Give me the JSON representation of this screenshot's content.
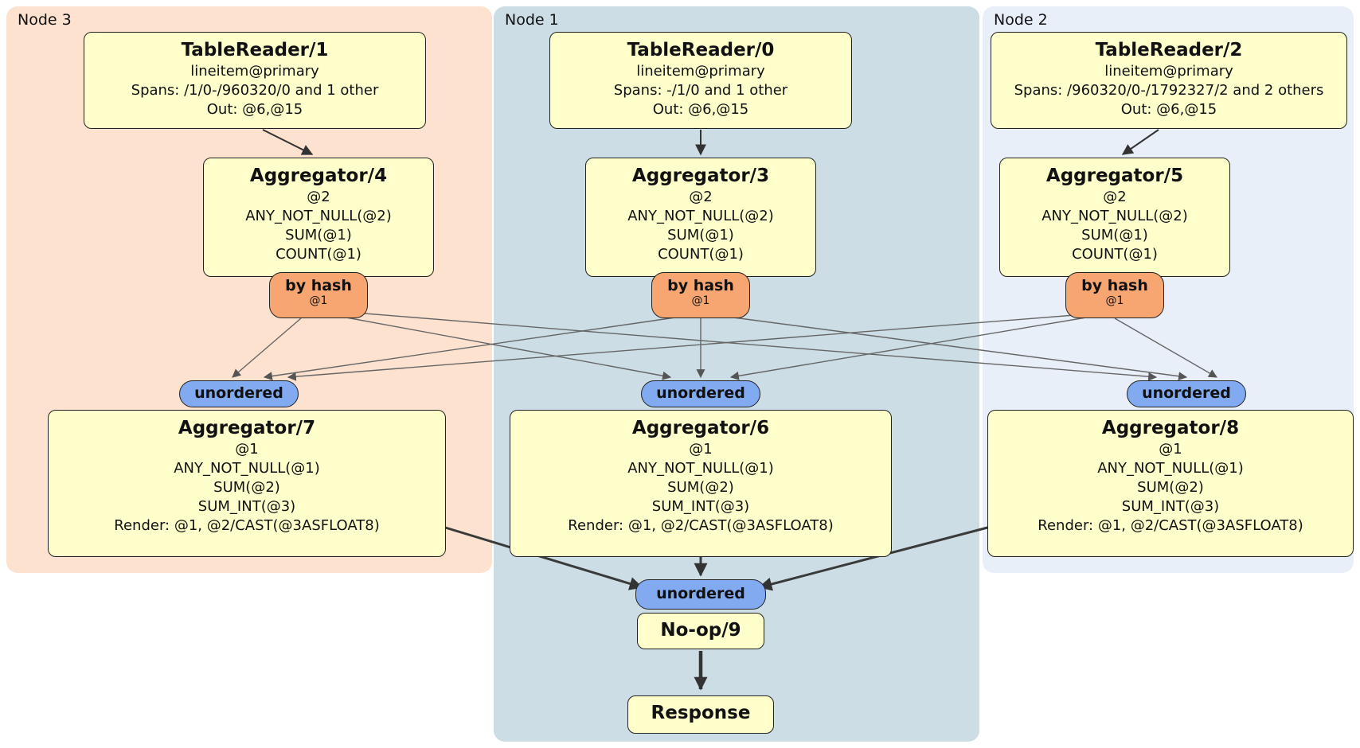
{
  "panels": {
    "node3": {
      "label": "Node 3"
    },
    "node1": {
      "label": "Node 1"
    },
    "node2": {
      "label": "Node 2"
    }
  },
  "processors": {
    "tablereader1": {
      "title": "TableReader/1",
      "lines": [
        "lineitem@primary",
        "Spans: /1/0-/960320/0 and 1 other",
        "Out: @6,@15"
      ]
    },
    "tablereader0": {
      "title": "TableReader/0",
      "lines": [
        "lineitem@primary",
        "Spans: -/1/0 and 1 other",
        "Out: @6,@15"
      ]
    },
    "tablereader2": {
      "title": "TableReader/2",
      "lines": [
        "lineitem@primary",
        "Spans: /960320/0-/1792327/2 and 2 others",
        "Out: @6,@15"
      ]
    },
    "aggregator4": {
      "title": "Aggregator/4",
      "lines": [
        "@2",
        "ANY_NOT_NULL(@2)",
        "SUM(@1)",
        "COUNT(@1)"
      ]
    },
    "aggregator3": {
      "title": "Aggregator/3",
      "lines": [
        "@2",
        "ANY_NOT_NULL(@2)",
        "SUM(@1)",
        "COUNT(@1)"
      ]
    },
    "aggregator5": {
      "title": "Aggregator/5",
      "lines": [
        "@2",
        "ANY_NOT_NULL(@2)",
        "SUM(@1)",
        "COUNT(@1)"
      ]
    },
    "aggregator7": {
      "title": "Aggregator/7",
      "lines": [
        "@1",
        "ANY_NOT_NULL(@1)",
        "SUM(@2)",
        "SUM_INT(@3)",
        "Render: @1, @2/CAST(@3ASFLOAT8)"
      ]
    },
    "aggregator6": {
      "title": "Aggregator/6",
      "lines": [
        "@1",
        "ANY_NOT_NULL(@1)",
        "SUM(@2)",
        "SUM_INT(@3)",
        "Render: @1, @2/CAST(@3ASFLOAT8)"
      ]
    },
    "aggregator8": {
      "title": "Aggregator/8",
      "lines": [
        "@1",
        "ANY_NOT_NULL(@1)",
        "SUM(@2)",
        "SUM_INT(@3)",
        "Render: @1, @2/CAST(@3ASFLOAT8)"
      ]
    },
    "noop": {
      "title": "No-op/9"
    },
    "response": {
      "title": "Response"
    }
  },
  "routers": {
    "by_hash_label": "by hash",
    "by_hash_key": "@1"
  },
  "streams": {
    "unordered_label": "unordered"
  },
  "colors": {
    "node3_panel": "#fde2d0",
    "node1_panel": "#ccdde5",
    "node2_panel": "#e9eff9",
    "processor_box": "#ffffcc",
    "hash_router": "#f7a671",
    "unordered_stream": "#82aaf0",
    "edge": "#555555"
  }
}
